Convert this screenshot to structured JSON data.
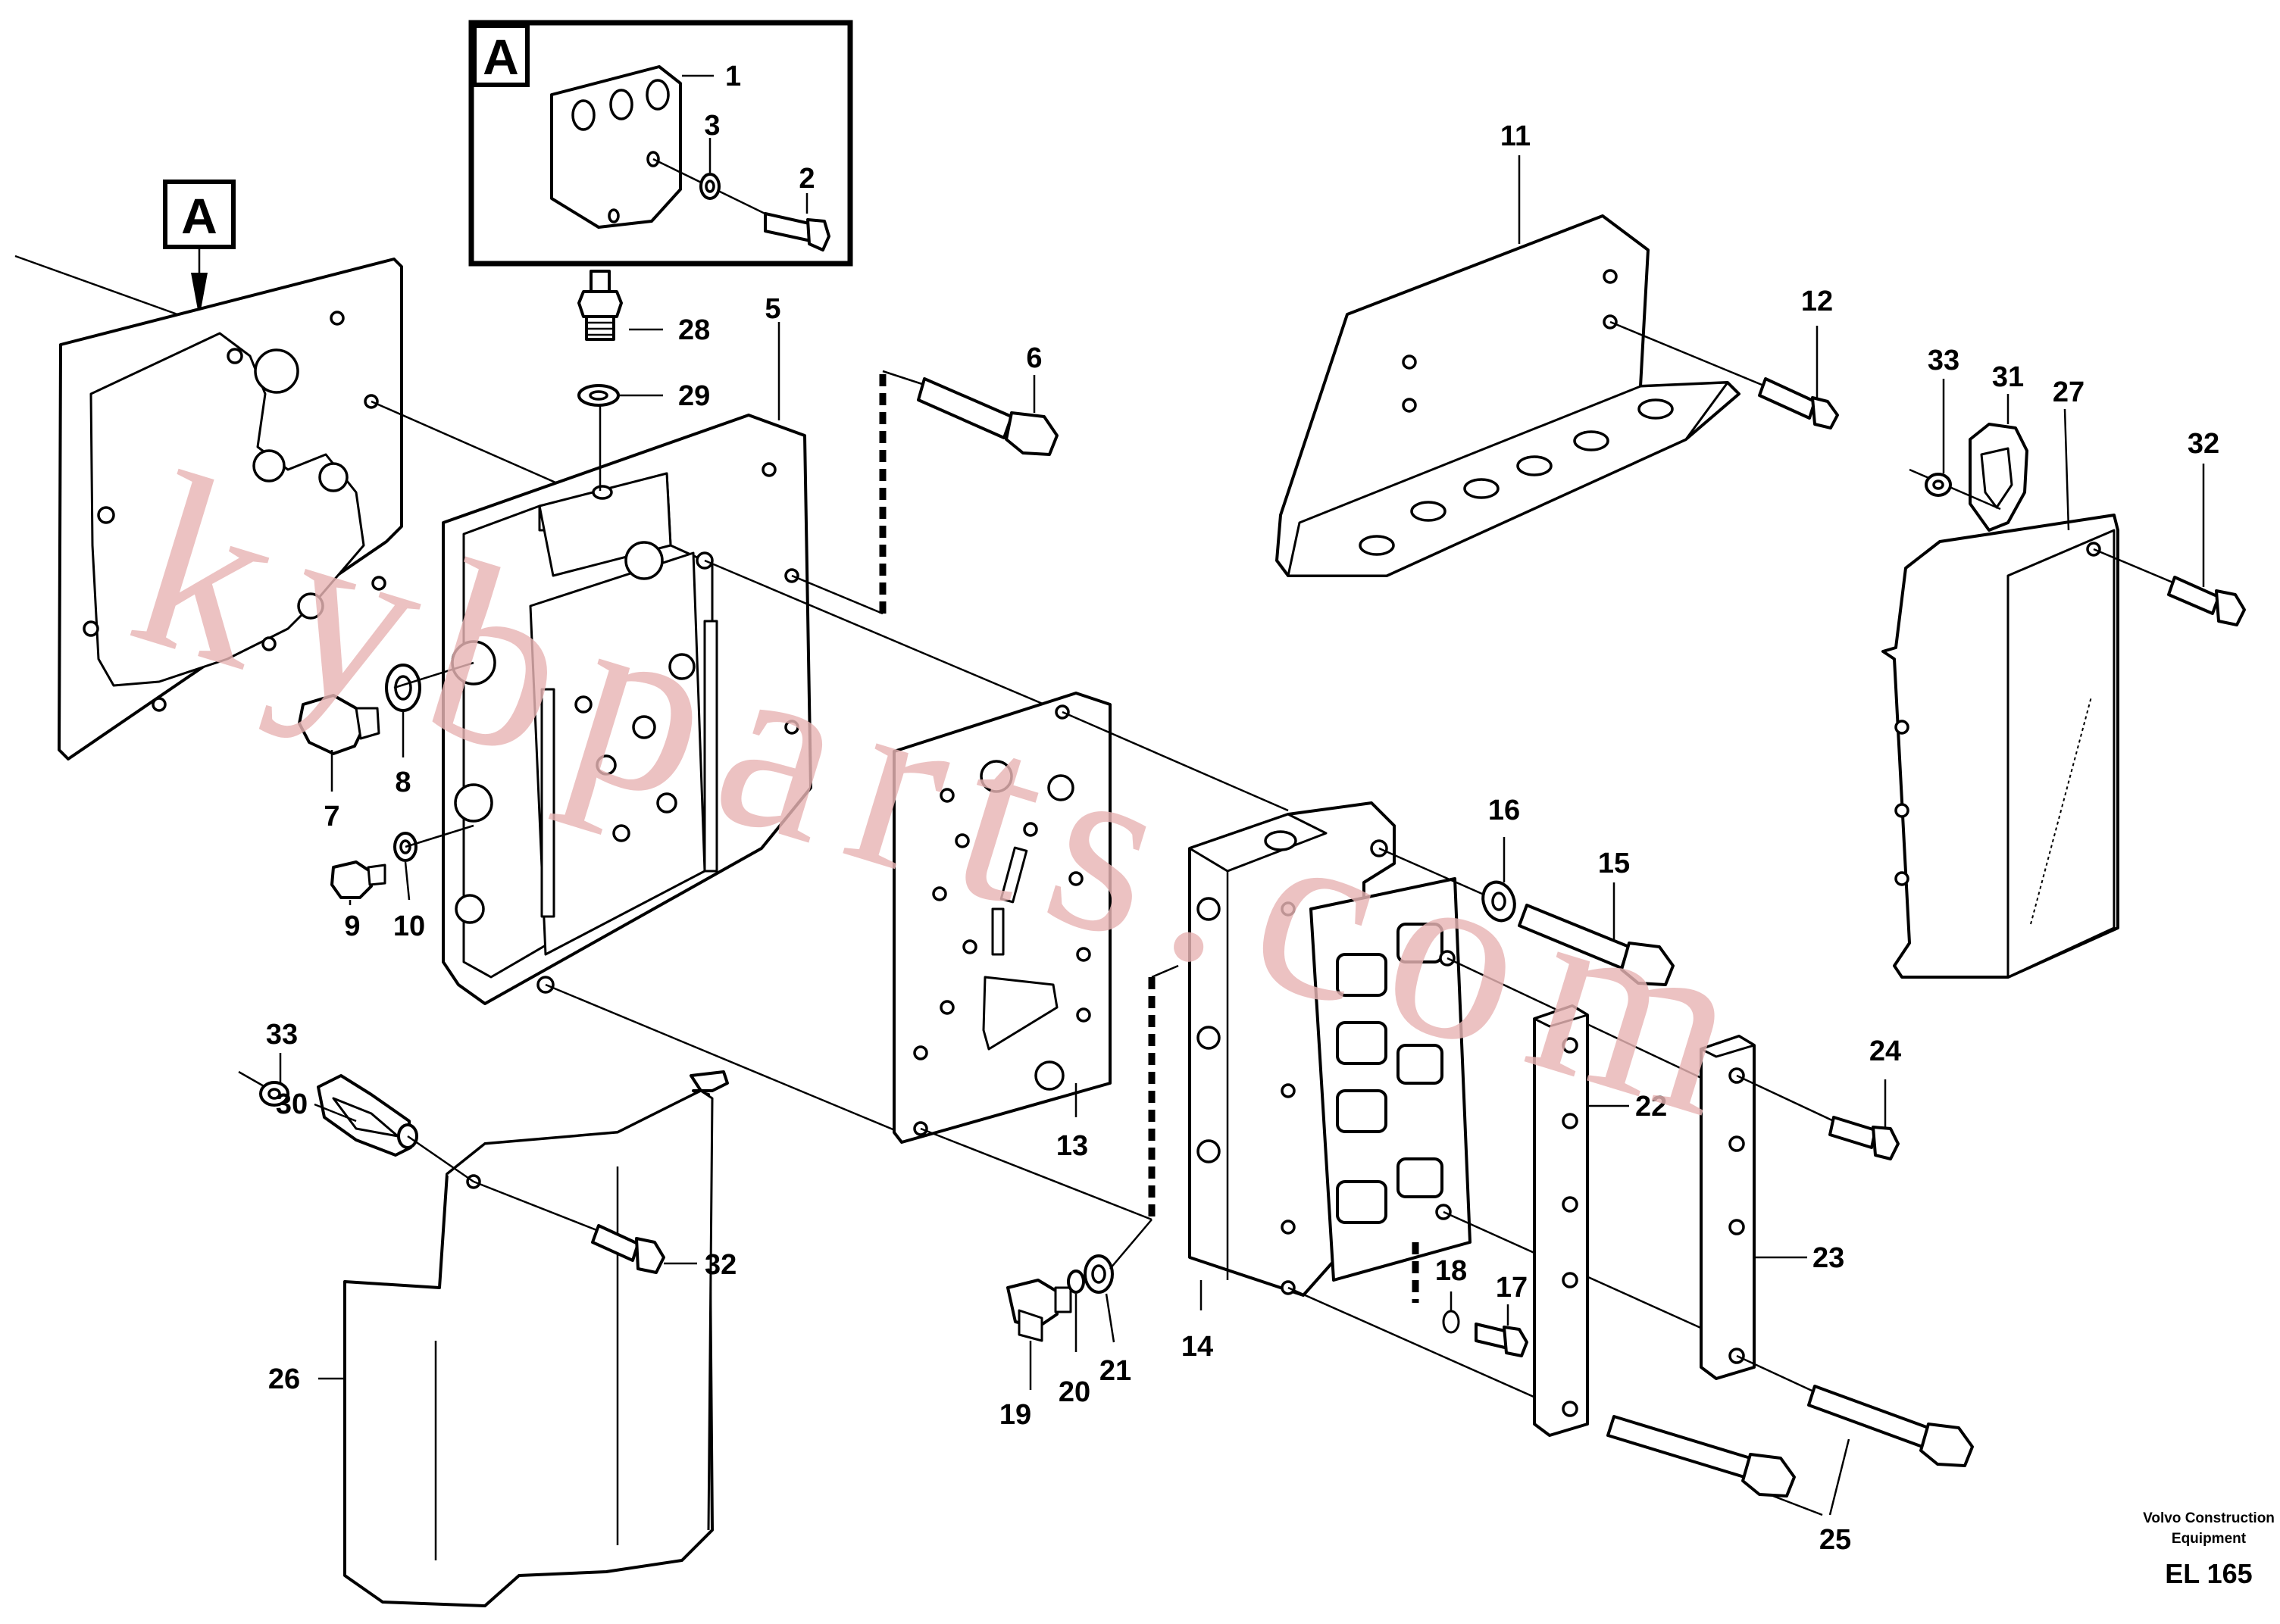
{
  "detail": {
    "label": "A"
  },
  "callouts": {
    "c1": "1",
    "c2": "2",
    "c3": "3",
    "c5": "5",
    "c6": "6",
    "c7": "7",
    "c8": "8",
    "c9": "9",
    "c10": "10",
    "c11": "11",
    "c12": "12",
    "c13": "13",
    "c14": "14",
    "c15": "15",
    "c16": "16",
    "c17": "17",
    "c18": "18",
    "c19": "19",
    "c20": "20",
    "c21": "21",
    "c22": "22",
    "c23": "23",
    "c24": "24",
    "c25": "25",
    "c26": "26",
    "c27": "27",
    "c28": "28",
    "c29": "29",
    "c30": "30",
    "c31": "31",
    "c32a": "32",
    "c32b": "32",
    "c33a": "33",
    "c33b": "33"
  },
  "footer": {
    "line1": "Volvo Construction",
    "line2": "Equipment",
    "code": "EL 165"
  },
  "watermark": "kybparts.com"
}
